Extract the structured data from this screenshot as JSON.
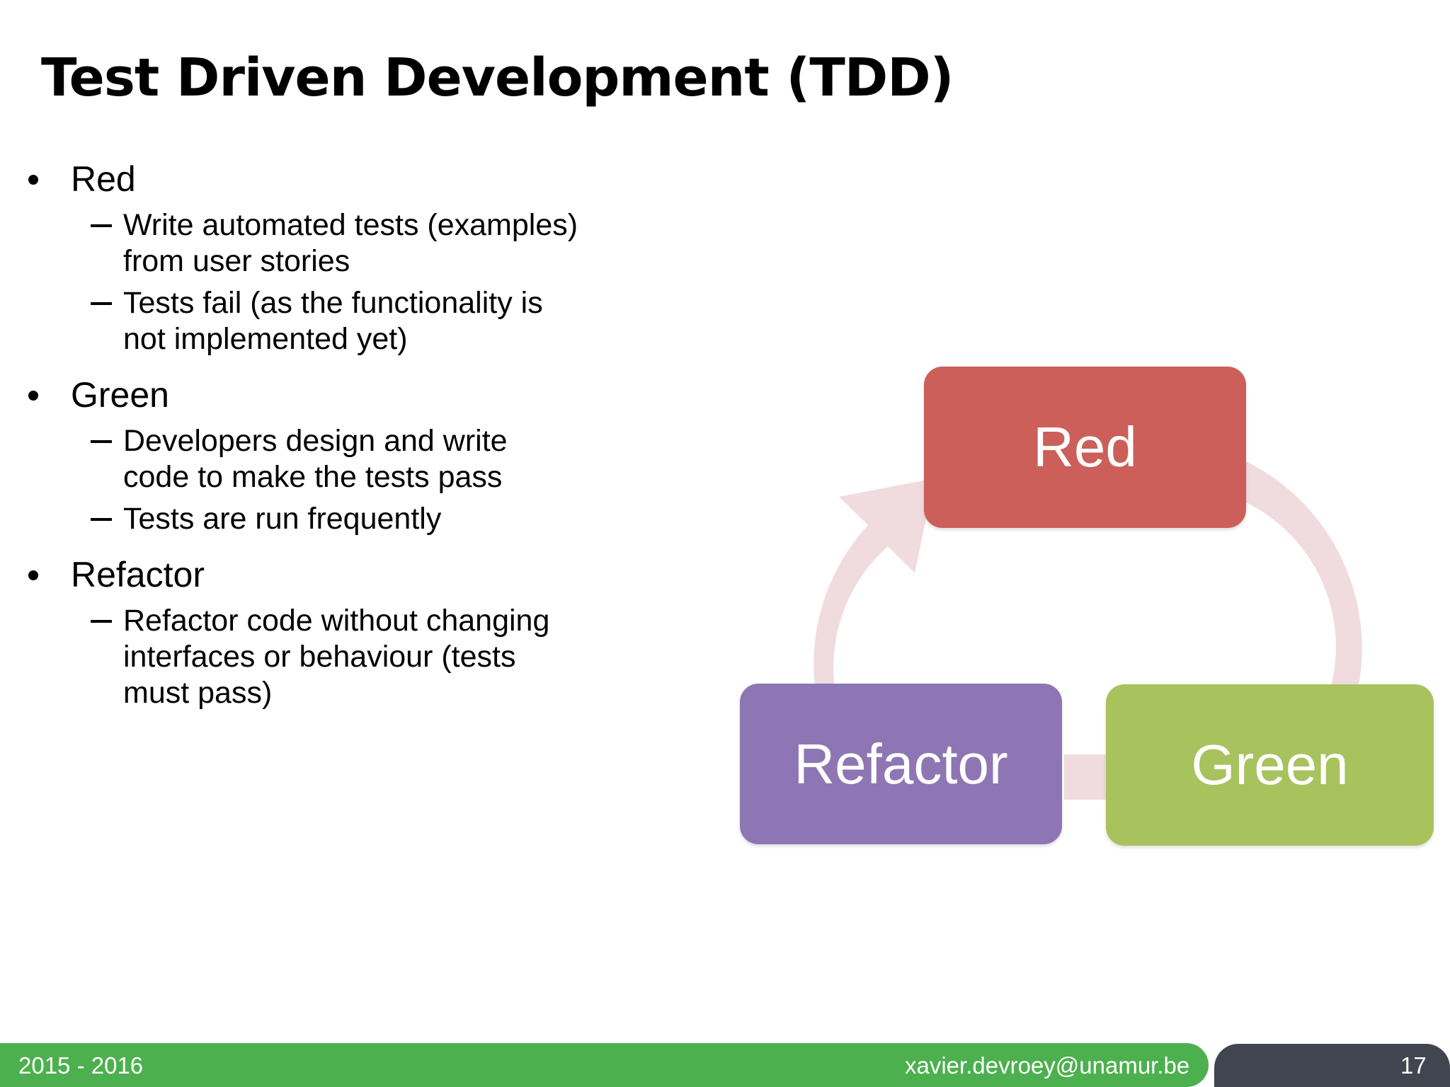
{
  "slide": {
    "title": "Test Driven Development (TDD)",
    "bullets": [
      {
        "label": "Red",
        "sub": [
          "Write automated tests (examples) from user stories",
          "Tests fail (as the functionality is not implemented yet)"
        ]
      },
      {
        "label": "Green",
        "sub": [
          "Developers design and write code to make the tests pass",
          "Tests are run frequently"
        ]
      },
      {
        "label": "Refactor",
        "sub": [
          "Refactor code without changing interfaces or behaviour (tests must pass)"
        ]
      }
    ]
  },
  "diagram": {
    "type": "cycle",
    "nodes": [
      {
        "id": "red",
        "label": "Red",
        "color": "#CC5F5A"
      },
      {
        "id": "green",
        "label": "Green",
        "color": "#A8C25E"
      },
      {
        "id": "refactor",
        "label": "Refactor",
        "color": "#8E76B4"
      }
    ],
    "arrow_color": "#F0DCDE",
    "flow": "Red → Green → Refactor → Red"
  },
  "footer": {
    "year": "2015 - 2016",
    "email": "xavier.devroey@unamur.be",
    "page_number": "17",
    "bar_color": "#4CB04F",
    "page_box_color": "#41454F"
  }
}
